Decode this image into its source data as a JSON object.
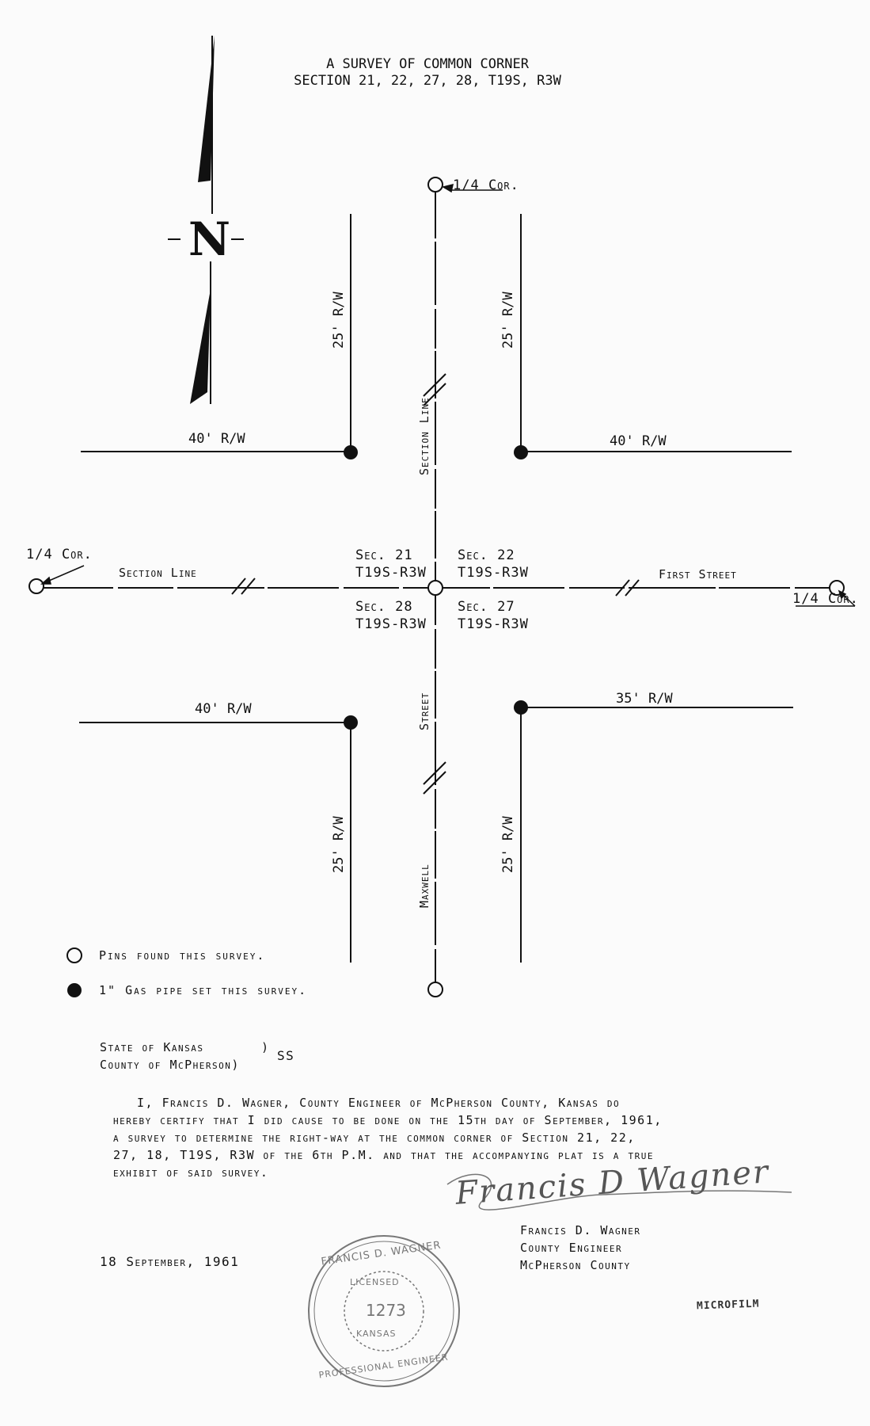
{
  "title": {
    "line1": "A SURVEY OF COMMON CORNER",
    "line2": "SECTION 21, 22, 27, 28, T19S, R3W"
  },
  "north_arrow": {
    "label": "N"
  },
  "labels": {
    "quarter_corner": "1/4 Cor.",
    "row_25": "25' R/W",
    "row_40": "40' R/W",
    "row_35": "35' R/W",
    "section_line": "Section Line",
    "first_street": "First Street",
    "street": "Street",
    "maxwell": "Maxwell",
    "sec21": "Sec. 21",
    "sec22": "Sec. 22",
    "sec27": "Sec. 27",
    "sec28": "Sec. 28",
    "township_range": "T19S-R3W"
  },
  "legend": {
    "open_pin": "Pins found this survey.",
    "filled_pin": "1\" Gas pipe set this survey."
  },
  "jurisdiction": {
    "state": "State of Kansas",
    "county": "County of McPherson)",
    "paren": ")",
    "ss": "SS"
  },
  "certification": {
    "line1": "I, Francis D. Wagner, County Engineer of McPherson County, Kansas do",
    "line2": "hereby certify that I did cause to be done on the 15th day of September, 1961,",
    "line3": "a survey to determine the right-way at the common corner of Section 21, 22,",
    "line4": "27, 18, T19S, R3W of the 6th P.M. and that the accompanying plat is a true",
    "line5": "exhibit of said survey."
  },
  "signature": {
    "handwritten": "Francis D Wagner",
    "name": "Francis D. Wagner",
    "title": "County Engineer",
    "county": "McPherson County"
  },
  "date": "18 September, 1961",
  "seal": {
    "top": "FRANCIS D. WAGNER",
    "inner_top": "LICENSED",
    "number": "1273",
    "inner_bottom": "KANSAS",
    "bottom": "PROFESSIONAL ENGINEER"
  },
  "stamp": "MICROFILM"
}
